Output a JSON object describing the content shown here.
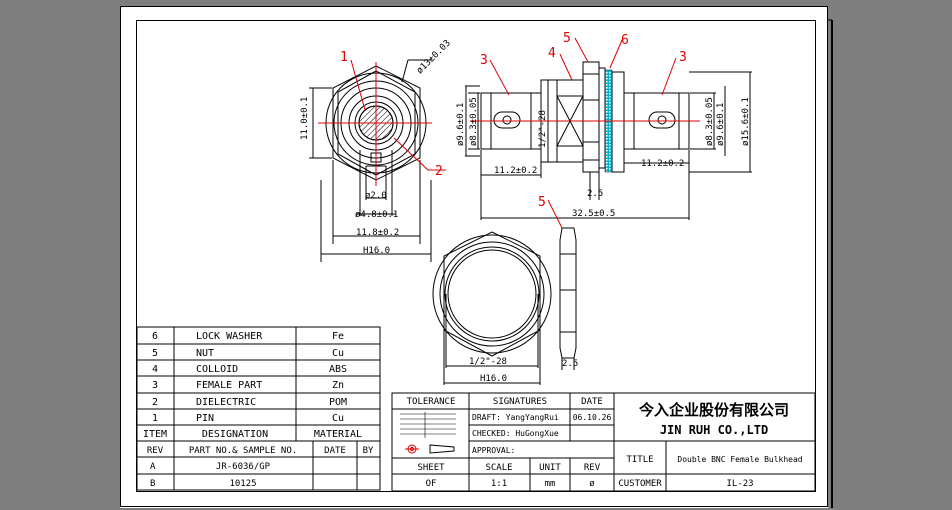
{
  "callouts": {
    "c1": "1",
    "c2": "2",
    "c3a": "3",
    "c3b": "3",
    "c4": "4",
    "c5a": "5",
    "c5b": "5",
    "c6": "6"
  },
  "dims": {
    "d13": "ø13±0.03",
    "d11": "11.0±0.1",
    "d20": "ø2.0",
    "d48": "ø4.8±0.1",
    "d118": "11.8±0.2",
    "h16a": "H16.0",
    "d96a": "ø9.6±0.1",
    "d83a": "ø8.3±0.05",
    "thread_a": "1/2\"-28",
    "d112a": "11.2±0.2",
    "d25a": "2.5",
    "d325": "32.5±0.5",
    "d112b": "11.2±0.2",
    "d83b": "ø8.3±0.05",
    "d96b": "ø9.6±0.1",
    "d156": "ø15.6±0.1",
    "thread_b": "1/2\"-28",
    "h16b": "H16.0",
    "d25b": "2.5"
  },
  "bom": {
    "rows": [
      {
        "item": "6",
        "name": "LOCK WASHER",
        "mat": "Fe"
      },
      {
        "item": "5",
        "name": "NUT",
        "mat": "Cu"
      },
      {
        "item": "4",
        "name": "COLLOID",
        "mat": "ABS"
      },
      {
        "item": "3",
        "name": "FEMALE PART",
        "mat": "Zn"
      },
      {
        "item": "2",
        "name": "DIELECTRIC",
        "mat": "POM"
      },
      {
        "item": "1",
        "name": "PIN",
        "mat": "Cu"
      }
    ],
    "h_item": "ITEM",
    "h_desig": "DESIGNATION",
    "h_mat": "MATERIAL"
  },
  "rev": {
    "h_rev": "REV",
    "h_part": "PART NO.& SAMPLE NO.",
    "h_date": "DATE",
    "h_by": "BY",
    "r1_rev": "A",
    "r1_part": "JR-6036/GP",
    "r2_rev": "B",
    "r2_part": "10125"
  },
  "tolerance": {
    "label": "TOLERANCE"
  },
  "signatures": {
    "label": "SIGNATURES",
    "date_label": "DATE",
    "draft": "DRAFT: YangYangRui",
    "draft_date": "06.10.26",
    "checked": "CHECKED: HuGongXue",
    "approval": "APPROVAL:"
  },
  "sheet": {
    "sheet": "SHEET",
    "sheet_val": "OF",
    "scale": "SCALE",
    "scale_val": "1:1",
    "unit": "UNIT",
    "unit_val": "mm",
    "rev": "REV",
    "rev_val": "ø"
  },
  "company": {
    "cn": "今入企业股份有限公司",
    "en": "JIN  RUH  CO.,LTD"
  },
  "title": {
    "label": "TITLE",
    "value": "Double BNC Female Bulkhead"
  },
  "customer": {
    "label": "CUSTOMER",
    "value": "IL-23"
  },
  "colors": {
    "bg": "#7f7f7f",
    "paper": "#ffffff",
    "line": "#000000",
    "red": "#e00000",
    "cyan": "#00b5c8"
  }
}
